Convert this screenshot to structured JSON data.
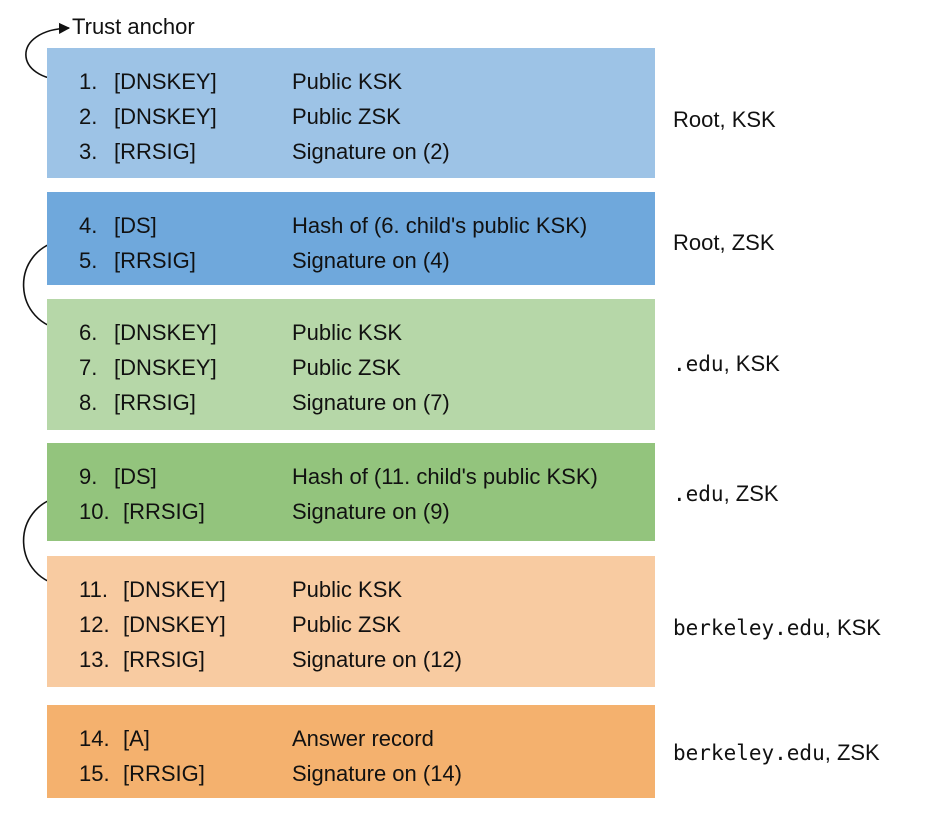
{
  "trust_anchor": "Trust anchor",
  "colors": {
    "root_ksk": "#9dc3e6",
    "root_zsk": "#6fa8dc",
    "edu_ksk": "#b6d7a8",
    "edu_zsk": "#93c47d",
    "berkeley_ksk": "#f8cba1",
    "berkeley_zsk": "#f4b16e"
  },
  "blocks": [
    {
      "zone": {
        "name": "Root",
        "suffix": ", KSK"
      },
      "records": [
        {
          "num": "1.",
          "type": "[DNSKEY]",
          "desc": "Public KSK"
        },
        {
          "num": "2.",
          "type": "[DNSKEY]",
          "desc": "Public ZSK"
        },
        {
          "num": "3.",
          "type": "[RRSIG]",
          "desc": "Signature on (2)"
        }
      ]
    },
    {
      "zone": {
        "name": "Root",
        "suffix": ", ZSK"
      },
      "records": [
        {
          "num": "4.",
          "type": "[DS]",
          "desc": "Hash of (6. child's public KSK)"
        },
        {
          "num": "5.",
          "type": "[RRSIG]",
          "desc": "Signature on (4)"
        }
      ]
    },
    {
      "zone": {
        "name": ".edu",
        "suffix": ", KSK"
      },
      "records": [
        {
          "num": "6.",
          "type": "[DNSKEY]",
          "desc": "Public KSK"
        },
        {
          "num": "7.",
          "type": "[DNSKEY]",
          "desc": "Public ZSK"
        },
        {
          "num": "8.",
          "type": "[RRSIG]",
          "desc": "Signature on (7)"
        }
      ]
    },
    {
      "zone": {
        "name": ".edu",
        "suffix": ", ZSK"
      },
      "records": [
        {
          "num": "9.",
          "type": "[DS]",
          "desc": "Hash of (11. child's public KSK)"
        },
        {
          "num": "10.",
          "type": "[RRSIG]",
          "desc": "Signature on (9)"
        }
      ]
    },
    {
      "zone": {
        "name": "berkeley.edu",
        "suffix": ", KSK"
      },
      "records": [
        {
          "num": "11.",
          "type": "[DNSKEY]",
          "desc": "Public KSK"
        },
        {
          "num": "12.",
          "type": "[DNSKEY]",
          "desc": "Public ZSK"
        },
        {
          "num": "13.",
          "type": "[RRSIG]",
          "desc": "Signature on (12)"
        }
      ]
    },
    {
      "zone": {
        "name": "berkeley.edu",
        "suffix": ", ZSK"
      },
      "records": [
        {
          "num": "14.",
          "type": "[A]",
          "desc": "Answer record"
        },
        {
          "num": "15.",
          "type": "[RRSIG]",
          "desc": "Signature on (14)"
        }
      ]
    }
  ]
}
